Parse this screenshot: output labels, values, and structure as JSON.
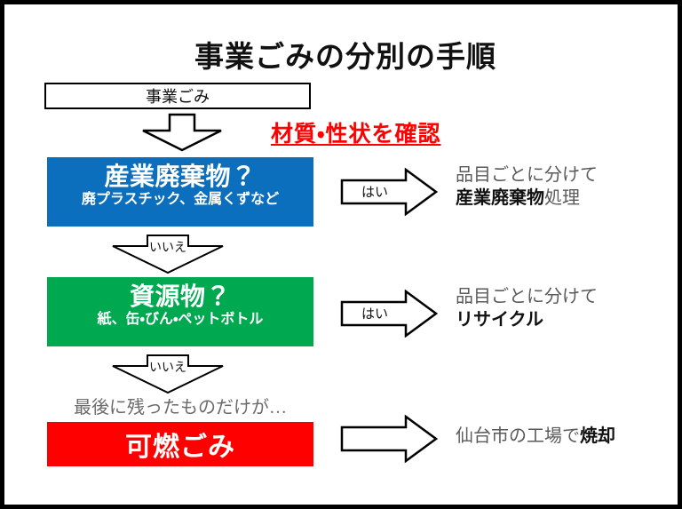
{
  "page": {
    "title": "事業ごみの分別の手順",
    "border_color": "#000000",
    "background": "#ffffff"
  },
  "source": {
    "label": "事業ごみ"
  },
  "annotation": {
    "red_note": "材質・性状を確認",
    "red_color": "#ff0000"
  },
  "flow": {
    "yes_label": "はい",
    "no_label": "いいえ",
    "leftover_caption": "最後に残ったものだけが…"
  },
  "steps": [
    {
      "id": "industrial-waste",
      "main_label": "産業廃棄物？",
      "sub_label": "廃プラスチック、金属くずなど",
      "color": "#0b6fbe",
      "yes_label": "はい",
      "no_label": "いいえ",
      "outcome_line1": "品目ごとに分けて",
      "outcome_strong": "産業廃棄物",
      "outcome_tail": "処理"
    },
    {
      "id": "recyclable",
      "main_label": "資源物？",
      "sub_label": "紙、缶・びん・ペットボトル",
      "color": "#00a84f",
      "yes_label": "はい",
      "no_label": "いいえ",
      "outcome_line1": "品目ごとに分けて",
      "outcome_strong": "リサイクル",
      "outcome_tail": ""
    }
  ],
  "result": {
    "id": "combustible",
    "label": "可燃ごみ",
    "color": "#ff0000",
    "outcome_lead": "仙台市の工場で",
    "outcome_strong": "焼却"
  },
  "icons": {
    "down_arrow": "down-arrow-icon",
    "right_arrow": "right-arrow-icon"
  }
}
